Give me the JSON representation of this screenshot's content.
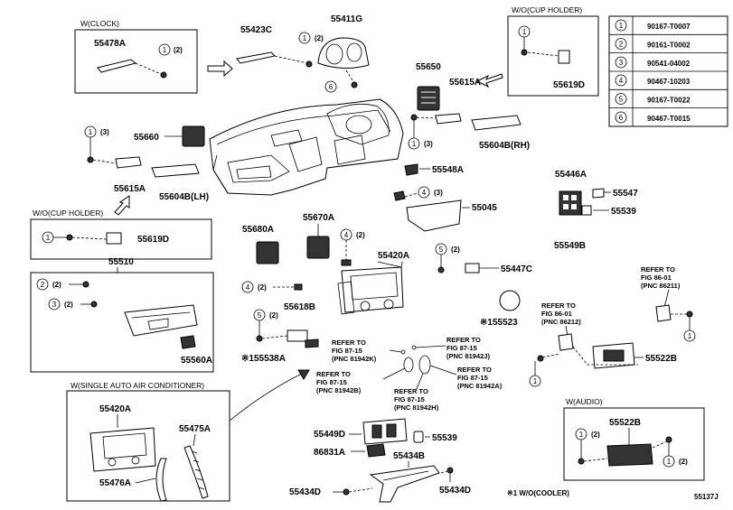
{
  "figure_code": "55137J",
  "footnote": "※1 W/O(COOLER)",
  "legend": [
    {
      "n": "1",
      "pn": "90167-T0007"
    },
    {
      "n": "2",
      "pn": "90161-T0002"
    },
    {
      "n": "3",
      "pn": "90541-04002"
    },
    {
      "n": "4",
      "pn": "90467-10203"
    },
    {
      "n": "5",
      "pn": "90167-T0022"
    },
    {
      "n": "6",
      "pn": "90467-T0015"
    }
  ],
  "boxes": {
    "clock": "W(CLOCK)",
    "cup_top": "W/O(CUP HOLDER)",
    "cup_left": "W/O(CUP HOLDER)",
    "single_ac": "W(SINGLE AUTO AIR CONDITIONER)",
    "audio": "W(AUDIO)"
  },
  "labels": {
    "p55478A": "55478A",
    "p55423C": "55423C",
    "p55411G": "55411G",
    "p55650": "55650",
    "p55615A_r": "55615A",
    "p55619D_t": "55619D",
    "p55604B_rh": "55604B(RH)",
    "p55660": "55660",
    "p55615A_l": "55615A",
    "p55604B_lh": "55604B(LH)",
    "p55548A": "55548A",
    "p55446A": "55446A",
    "p55547": "55547",
    "p55539_r": "55539",
    "p55549B": "55549B",
    "p55045": "55045",
    "p55619D_l": "55619D",
    "p55680A": "55680A",
    "p55670A": "55670A",
    "p55420A": "55420A",
    "p55447C": "55447C",
    "p55510": "55510",
    "p55523": "※155523",
    "p55618B": "55618B",
    "p55538A": "※155538A",
    "p55560A": "55560A",
    "p55522B": "55522B",
    "p55522B_a": "55522B",
    "p55420A_b": "55420A",
    "p55475A": "55475A",
    "p55476A": "55476A",
    "p55449D": "55449D",
    "p55539_b": "55539",
    "p86831A": "86831A",
    "p55434B": "55434B",
    "p55434D_l": "55434D",
    "p55434D_r": "55434D"
  },
  "qty": {
    "q1_2_clock": "(2)",
    "q1_2_423": "(2)",
    "q1_3_l": "(3)",
    "q1_3_r": "(3)",
    "q4_3": "(3)",
    "q4_2_a": "(2)",
    "q5_2_a": "(2)",
    "q2_2": "(2)",
    "q3_2": "(2)",
    "q4_2_b": "(2)",
    "q5_2_b": "(2)",
    "q1_2_aud_a": "(2)",
    "q1_2_aud_b": "(2)"
  },
  "refs": [
    {
      "l1": "REFER TO",
      "l2": "FIG 86-01",
      "l3": "(PNC 86211)"
    },
    {
      "l1": "REFER TO",
      "l2": "FIG 86-01",
      "l3": "(PNC 86212)"
    },
    {
      "l1": "REFER TO",
      "l2": "FIG 87-15",
      "l3": "(PNC 81942K)"
    },
    {
      "l1": "REFER TO",
      "l2": "FIG 87-15",
      "l3": "(PNC 81942J)"
    },
    {
      "l1": "REFER TO",
      "l2": "FIG 87-15",
      "l3": "(PNC 81942A)"
    },
    {
      "l1": "REFER TO",
      "l2": "FIG 87-15",
      "l3": "(PNC 81942B)"
    },
    {
      "l1": "REFER TO",
      "l2": "FIG 87-15",
      "l3": "(PNC 81942H)"
    }
  ]
}
